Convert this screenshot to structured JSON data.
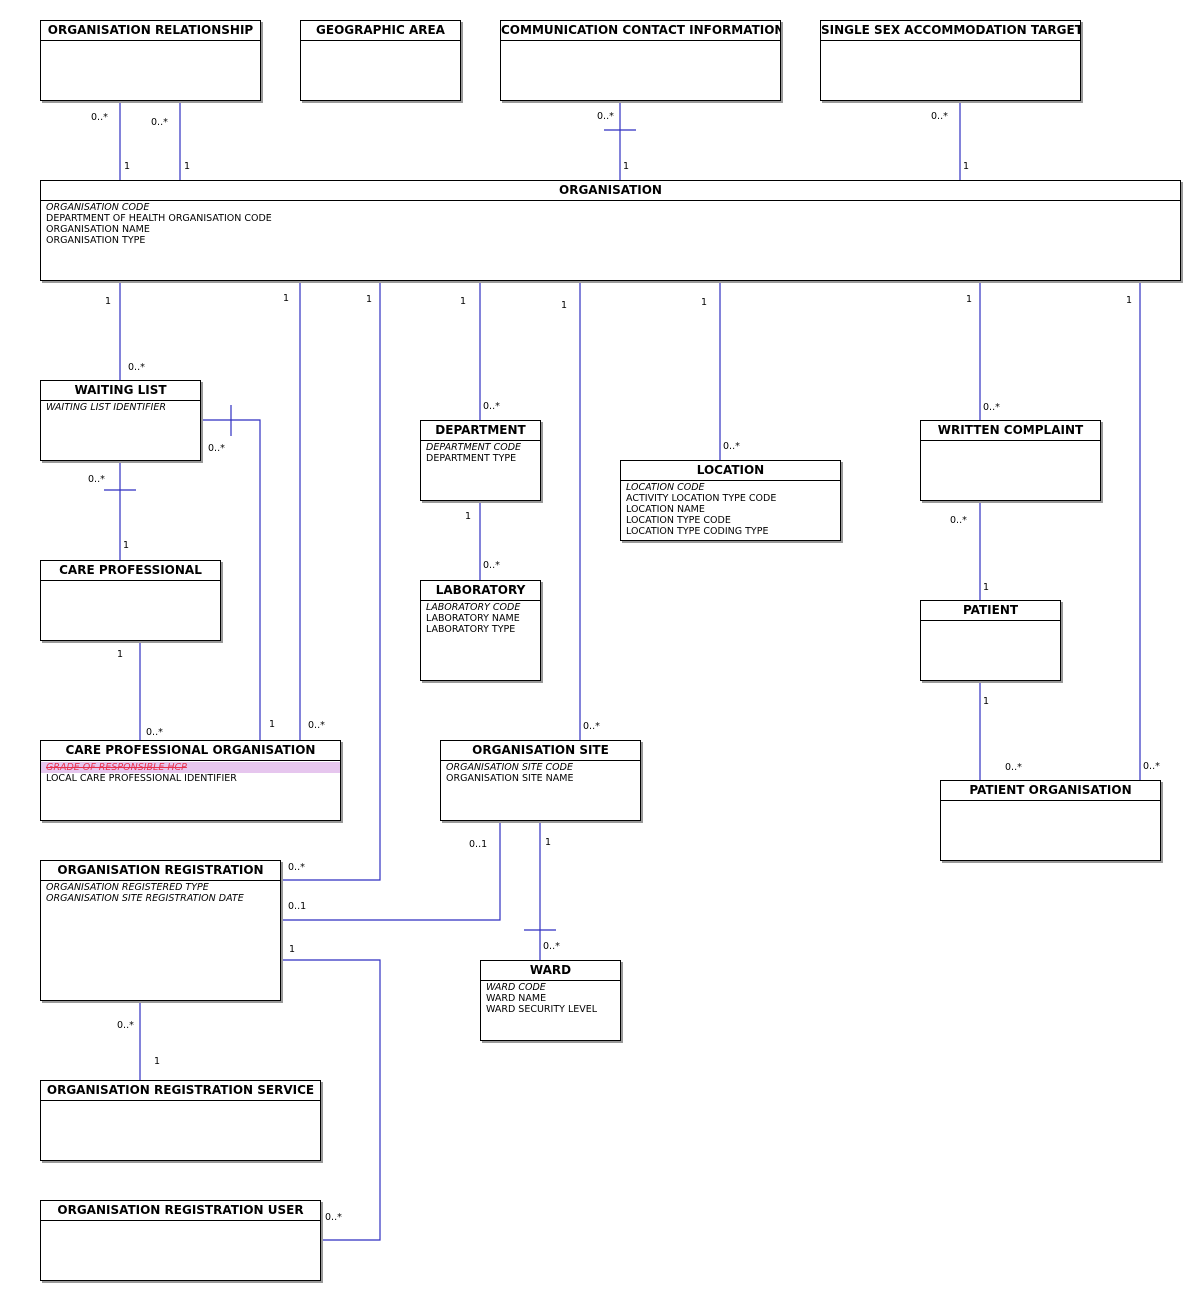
{
  "entities": {
    "organisation_relationship": {
      "title": "ORGANISATION RELATIONSHIP"
    },
    "geographic_area": {
      "title": "GEOGRAPHIC AREA"
    },
    "communication_contact_information": {
      "title": "COMMUNICATION CONTACT INFORMATION"
    },
    "single_sex_accommodation_target": {
      "title": "SINGLE SEX ACCOMMODATION TARGET"
    },
    "organisation": {
      "title": "ORGANISATION",
      "attrs": [
        "ORGANISATION CODE",
        "DEPARTMENT OF HEALTH ORGANISATION CODE",
        "ORGANISATION NAME",
        "ORGANISATION TYPE"
      ]
    },
    "waiting_list": {
      "title": "WAITING LIST",
      "attrs": [
        "WAITING LIST IDENTIFIER"
      ]
    },
    "department": {
      "title": "DEPARTMENT",
      "attrs": [
        "DEPARTMENT CODE",
        "DEPARTMENT TYPE"
      ]
    },
    "location": {
      "title": "LOCATION",
      "attrs": [
        "LOCATION CODE",
        "ACTIVITY LOCATION TYPE CODE",
        "LOCATION NAME",
        "LOCATION TYPE CODE",
        "LOCATION TYPE CODING TYPE"
      ]
    },
    "written_complaint": {
      "title": "WRITTEN COMPLAINT"
    },
    "care_professional": {
      "title": "CARE PROFESSIONAL"
    },
    "laboratory": {
      "title": "LABORATORY",
      "attrs": [
        "LABORATORY CODE",
        "LABORATORY NAME",
        "LABORATORY TYPE"
      ]
    },
    "patient": {
      "title": "PATIENT"
    },
    "care_professional_organisation": {
      "title": "CARE PROFESSIONAL ORGANISATION",
      "attrs": [
        "GRADE OF RESPONSIBLE HCP",
        "LOCAL CARE PROFESSIONAL IDENTIFIER"
      ]
    },
    "organisation_site": {
      "title": "ORGANISATION SITE",
      "attrs": [
        "ORGANISATION SITE CODE",
        "ORGANISATION SITE NAME"
      ]
    },
    "patient_organisation": {
      "title": "PATIENT ORGANISATION"
    },
    "organisation_registration": {
      "title": "ORGANISATION REGISTRATION",
      "attrs": [
        "ORGANISATION REGISTERED TYPE",
        "ORGANISATION SITE REGISTRATION DATE"
      ]
    },
    "ward": {
      "title": "WARD",
      "attrs": [
        "WARD CODE",
        "WARD NAME",
        "WARD SECURITY LEVEL"
      ]
    },
    "organisation_registration_service": {
      "title": "ORGANISATION REGISTRATION SERVICE"
    },
    "organisation_registration_user": {
      "title": "ORGANISATION REGISTRATION USER"
    }
  },
  "multiplicities": {
    "org_rel_a_many": "0..*",
    "org_rel_b_many": "0..*",
    "org_rel_a_one": "1",
    "org_rel_b_one": "1",
    "contact_many": "0..*",
    "contact_one": "1",
    "single_sex_many": "0..*",
    "single_sex_one": "1",
    "waiting_list_one": "1",
    "waiting_list_many": "0..*",
    "cpo_one": "1",
    "reg_one": "1",
    "department_one": "1",
    "department_many": "0..*",
    "site_one": "1",
    "location_one": "1",
    "location_many": "0..*",
    "complaint_one": "1",
    "complaint_many": "0..*",
    "patient_org_one": "1",
    "wl_cpo_many": "0..*",
    "cp_wl_many": "0..*",
    "cp_wl_one": "1",
    "dept_lab_one": "1",
    "dept_lab_many": "0..*",
    "complaint_patient_many": "0..*",
    "complaint_patient_one": "1",
    "cp_cpo_one": "1",
    "patient_po_one": "1",
    "cp_cpo_many": "0..*",
    "wl_cpo_one": "1",
    "org_cpo_many": "0..*",
    "org_site_many": "0..*",
    "patient_po_many": "0..*",
    "org_po_many": "0..*",
    "site_reg_01_top": "0..1",
    "site_ward_one": "1",
    "org_reg_many": "0..*",
    "site_reg_01_side": "0..1",
    "reg_user_one": "1",
    "site_ward_many": "0..*",
    "reg_service_many": "0..*",
    "reg_service_one": "1",
    "reg_user_many": "0..*"
  },
  "colors": {
    "connector": "#2f2fc0",
    "entity_border": "#000000",
    "shadow": "#9a9a9a",
    "struck_text": "#e8324e",
    "struck_highlight": "#e6c6ee"
  }
}
